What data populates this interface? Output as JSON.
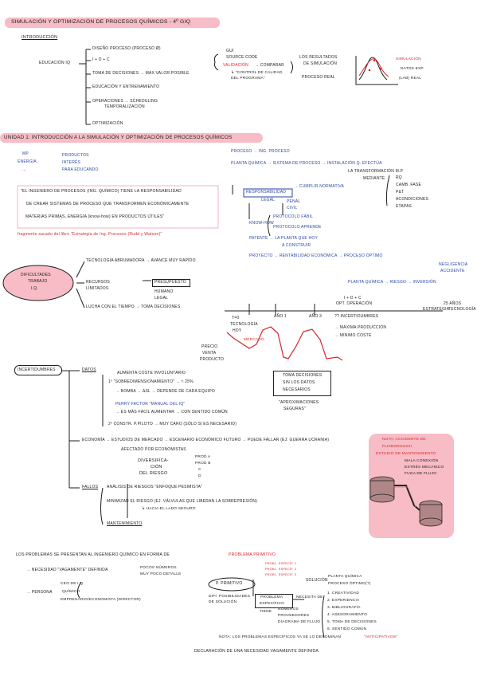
{
  "header": {
    "title": "SIMULACIÓN Y OPTIMIZACIÓN DE PROCESOS QUÍMICOS - 4º GIQ"
  },
  "intro": {
    "heading": "INTRODUCCIÓN",
    "root": "EDUCACIÓN IQ",
    "items": [
      "DISEÑO PROCESO (PROCESO Ø)",
      "I + D + C",
      "TOMA DE DECISIONES → MAX VALOR POSIBLE",
      "EDUCACIÓN Y ENTRENAMIENTO",
      "OPERACIONES → SCHEDULING",
      "TEMPORALIZACIÓN",
      "OPTIMIZACIÓN"
    ],
    "gui": [
      "GUI",
      "SOURCE CODE"
    ],
    "validacion": "VALIDACIÓN",
    "compara": "→ COMPARAR",
    "control": "↳ \"CONTROL DE CALIDAD DEL PROGRAMA\"",
    "resultados": [
      "LOS RESULTADOS",
      "DE SIMULACIÓN"
    ],
    "proceso_real": "PROCESO REAL",
    "legend": [
      "SIMULACIÓN",
      "DATOS EXP.",
      "(LAB) REAL"
    ]
  },
  "unit1": {
    "heading": "UNIDAD 1: INTRODUCCIÓN A LA SIMULACIÓN Y OPTIMIZACIÓN DE PROCESOS QUÍMICOS",
    "inputs": [
      "MP",
      "ENERGÍA",
      "..."
    ],
    "outputs": [
      "PRODUCTOS",
      "INTERÉS",
      "PARA EDUCANDO"
    ],
    "quote": [
      "\"EL INGENIERO DE PROCESOS (ING. QUÍMICO) TIENE LA RESPONSABILIDAD",
      "DE CREAR SISTEMAS DE PROCESO QUE TRANSFORMEN ECONÓMICAMENTE",
      "MATERIAS PRIMAS, ENERGÍA (know-how) EN PRODUCTOS ÚTILES\""
    ],
    "fragment": "fragmento sacado del libro \"Estrategia de Ing. Procesos (Rudd y Watson)\"",
    "proceso": "PROCESO → ING. PROCESO",
    "planta": "PLANTA QUÍMICA → SISTEMA DE PROCESO → INSTALACIÓN Q. EFECTÚA",
    "transformacion": "LA TRANSFORMACIÓN M.P",
    "mediante": "MEDIANTE",
    "ops": [
      "RQ",
      "CAMB. FASE",
      "P&T",
      "ACONDICIONES",
      "ETAPAS"
    ],
    "responsabilidad": "RESPONSABILIDAD",
    "cumplir": "→ CUMPLIR NORMATIVA",
    "legal": [
      "LEGAL",
      "PENAL",
      "CIVIL"
    ],
    "knowhow": "KNOW-HOW",
    "protocolo": [
      "PROTOCOLO FÁBIL",
      "PROTOCOLO APRENDE"
    ],
    "patente": [
      "PATENTE → LA PLANTA QUE HOY",
      "A CONSTRUIR"
    ],
    "proyecto": "PROYECTO → RENTABILIDAD ECONÓMICA → PROCESO ÓPTIMO"
  },
  "dificultades": {
    "bubble": [
      "DIFICULTADES",
      "TRABAJO",
      "I.Q."
    ],
    "items": [
      "TECNOLOGÍA ABRUMADORA → AVANCE MUY RÁPIDO",
      "RECURSOS LIMITADOS",
      "LUCHA CON EL TIEMPO → TOMA DECISIONES"
    ],
    "presupuesto": "PRESUPUESTO",
    "humano": [
      "HUMANO",
      "LEGAL"
    ],
    "top_right": [
      "NEGLIGENCIA",
      "ACCIDENTE"
    ],
    "planta_riesgo": "PLANTA QUÍMICA → RIESGO → INVERSIÓN",
    "idc": "I + D + C",
    "opt": "OPT. OPERACIÓN",
    "anos": "25 AÑOS",
    "estrategia": "ESTRATEGIA",
    "tecnologia": "TECNOLOGÍA",
    "x_labels": [
      "T=0",
      "AÑO 1",
      "AÑO 3"
    ],
    "tecno_hoy": [
      "TECNOLOGÍA",
      "HOY"
    ],
    "curve_label": "MERCADO",
    "y_labels": [
      "PRECIO",
      "VENTA",
      "PRODUCTO"
    ],
    "incert": "?? INCERTIDUMBRES",
    "max_prod": "→ MÁXIMA PRODUCCIÓN",
    "min_coste": "→ MÍNIMO COSTE"
  },
  "incertidumbres": {
    "root": "INCERTIDUMBRES",
    "datos": "DATOS",
    "datos_items": [
      "AUMENTA COSTE INVOLUNTARIO",
      "1º \"SOBREDIMENSIONAMIENTO\" → ≈ 25%",
      "→ BOMBA → ΔSL → DEPENDE DE CADA EQUIPO",
      "PERRY FACTOR \"MANUAL DEL IQ\"",
      "→ ES MÁS FÁCIL AUMENTAR → CON SENTIDO COMÚN",
      "2º CONSTR. P.PILOTO → MUY CARO (SÓLO SI ES NECESARIO)"
    ],
    "toma": [
      "TOMA DECISIONES",
      "SIN LOS DATOS",
      "NECESARIOS"
    ],
    "aprox": [
      "\"APROXIMACIONES",
      "SEGURAS\""
    ],
    "economia": "ECONOMÍA → ESTUDIOS DE MERCADO → ESCENARIO ECONÓMICO FUTURO → PUEDE FALLAR (EJ: GUERRA UCRANIA)",
    "afectado": "AFECTADO POR ECONOMISTAS",
    "diversificacion": [
      "DIVERSIFICA-",
      "CIÓN",
      "DEL RIESGO"
    ],
    "prods": [
      "PROD A",
      "PROD B",
      "C",
      "D"
    ],
    "fallos": "FALLOS",
    "fallos_items": [
      "ANÁLISIS DE RIESGOS \"ENFOQUE PESIMISTA\"",
      "MINIMIZAR EL RIESGO (EJ. VÁLVULAS QUE LIBERAN LA SOBREPRESIÓN)",
      "↳ HACIA EL LADO SEGURO",
      "MANTENIMIENTO"
    ],
    "nota": [
      "NOTA: ACCIDENTE DE",
      "FLIXBOROUGH",
      "ESTUDIO DE MANTENIMIENTO"
    ],
    "nota_items": [
      "MALA CONEXIÓN",
      "ESTRÉS MECÁNICO",
      "FUGA DE FLUJO"
    ]
  },
  "problemas": {
    "intro": "LOS PROBLEMAS SE PRESENTAN AL INGENIERO QUÍMICO EN FORMA DE",
    "primitivo": "PROBLEMA PRIMITIVO",
    "necesidad": "→ NECESIDAD \"VAGAMENTE\" DEFINIDA",
    "necesidad_items": [
      "POCOS NÚMEROS",
      "MUY POCO DETALLE"
    ],
    "persona": "→ PERSONA",
    "persona_items": [
      "CEO DE I.Q.",
      "QUÍMICO",
      "EMPRESARIO/ECONOMISTA (DIRECTOR)"
    ],
    "p_primitivo": "P. PRIMITIVO",
    "dificil": "DIFÍ. POSIBILIDADES DE SOLUCIÓN",
    "small": [
      "PROBL. ESPECÍF. 1",
      "PROBL. ESPECÍF. 2",
      "PROBL. ESPECÍF. 3"
    ],
    "solucion": "SOLUCIÓN",
    "sol_items": [
      "PLANTA QUÍMICA",
      "PROCESO ÓPTIMO(?)"
    ],
    "especifico": [
      "PROBLEMA",
      "ESPECÍFICO"
    ],
    "necesita": "NECESITA DE",
    "tiene": [
      "TIENE",
      "NÚMEROS",
      "PROVEEDORES",
      "DIAGRAMA DE FLUJO"
    ],
    "lista": [
      "1. CREATIVIDAD",
      "2. EXPERIENCIA",
      "3. BIBLIOGRAFÍA",
      "4. ASESORAMIENTO",
      "5. TOMA DE DECISIONES",
      "6. SENTIDO COMÚN"
    ],
    "nota": "NOTA: LOS PROBLEMAS ESPECÍFICOS YA SE LO DENOMINAN",
    "nota_red": "\"ANTICIPATIVOS\"",
    "declaracion": "DECLARACIÓN DE UNA NECESIDAD VAGAMENTE DEFINIDA."
  }
}
